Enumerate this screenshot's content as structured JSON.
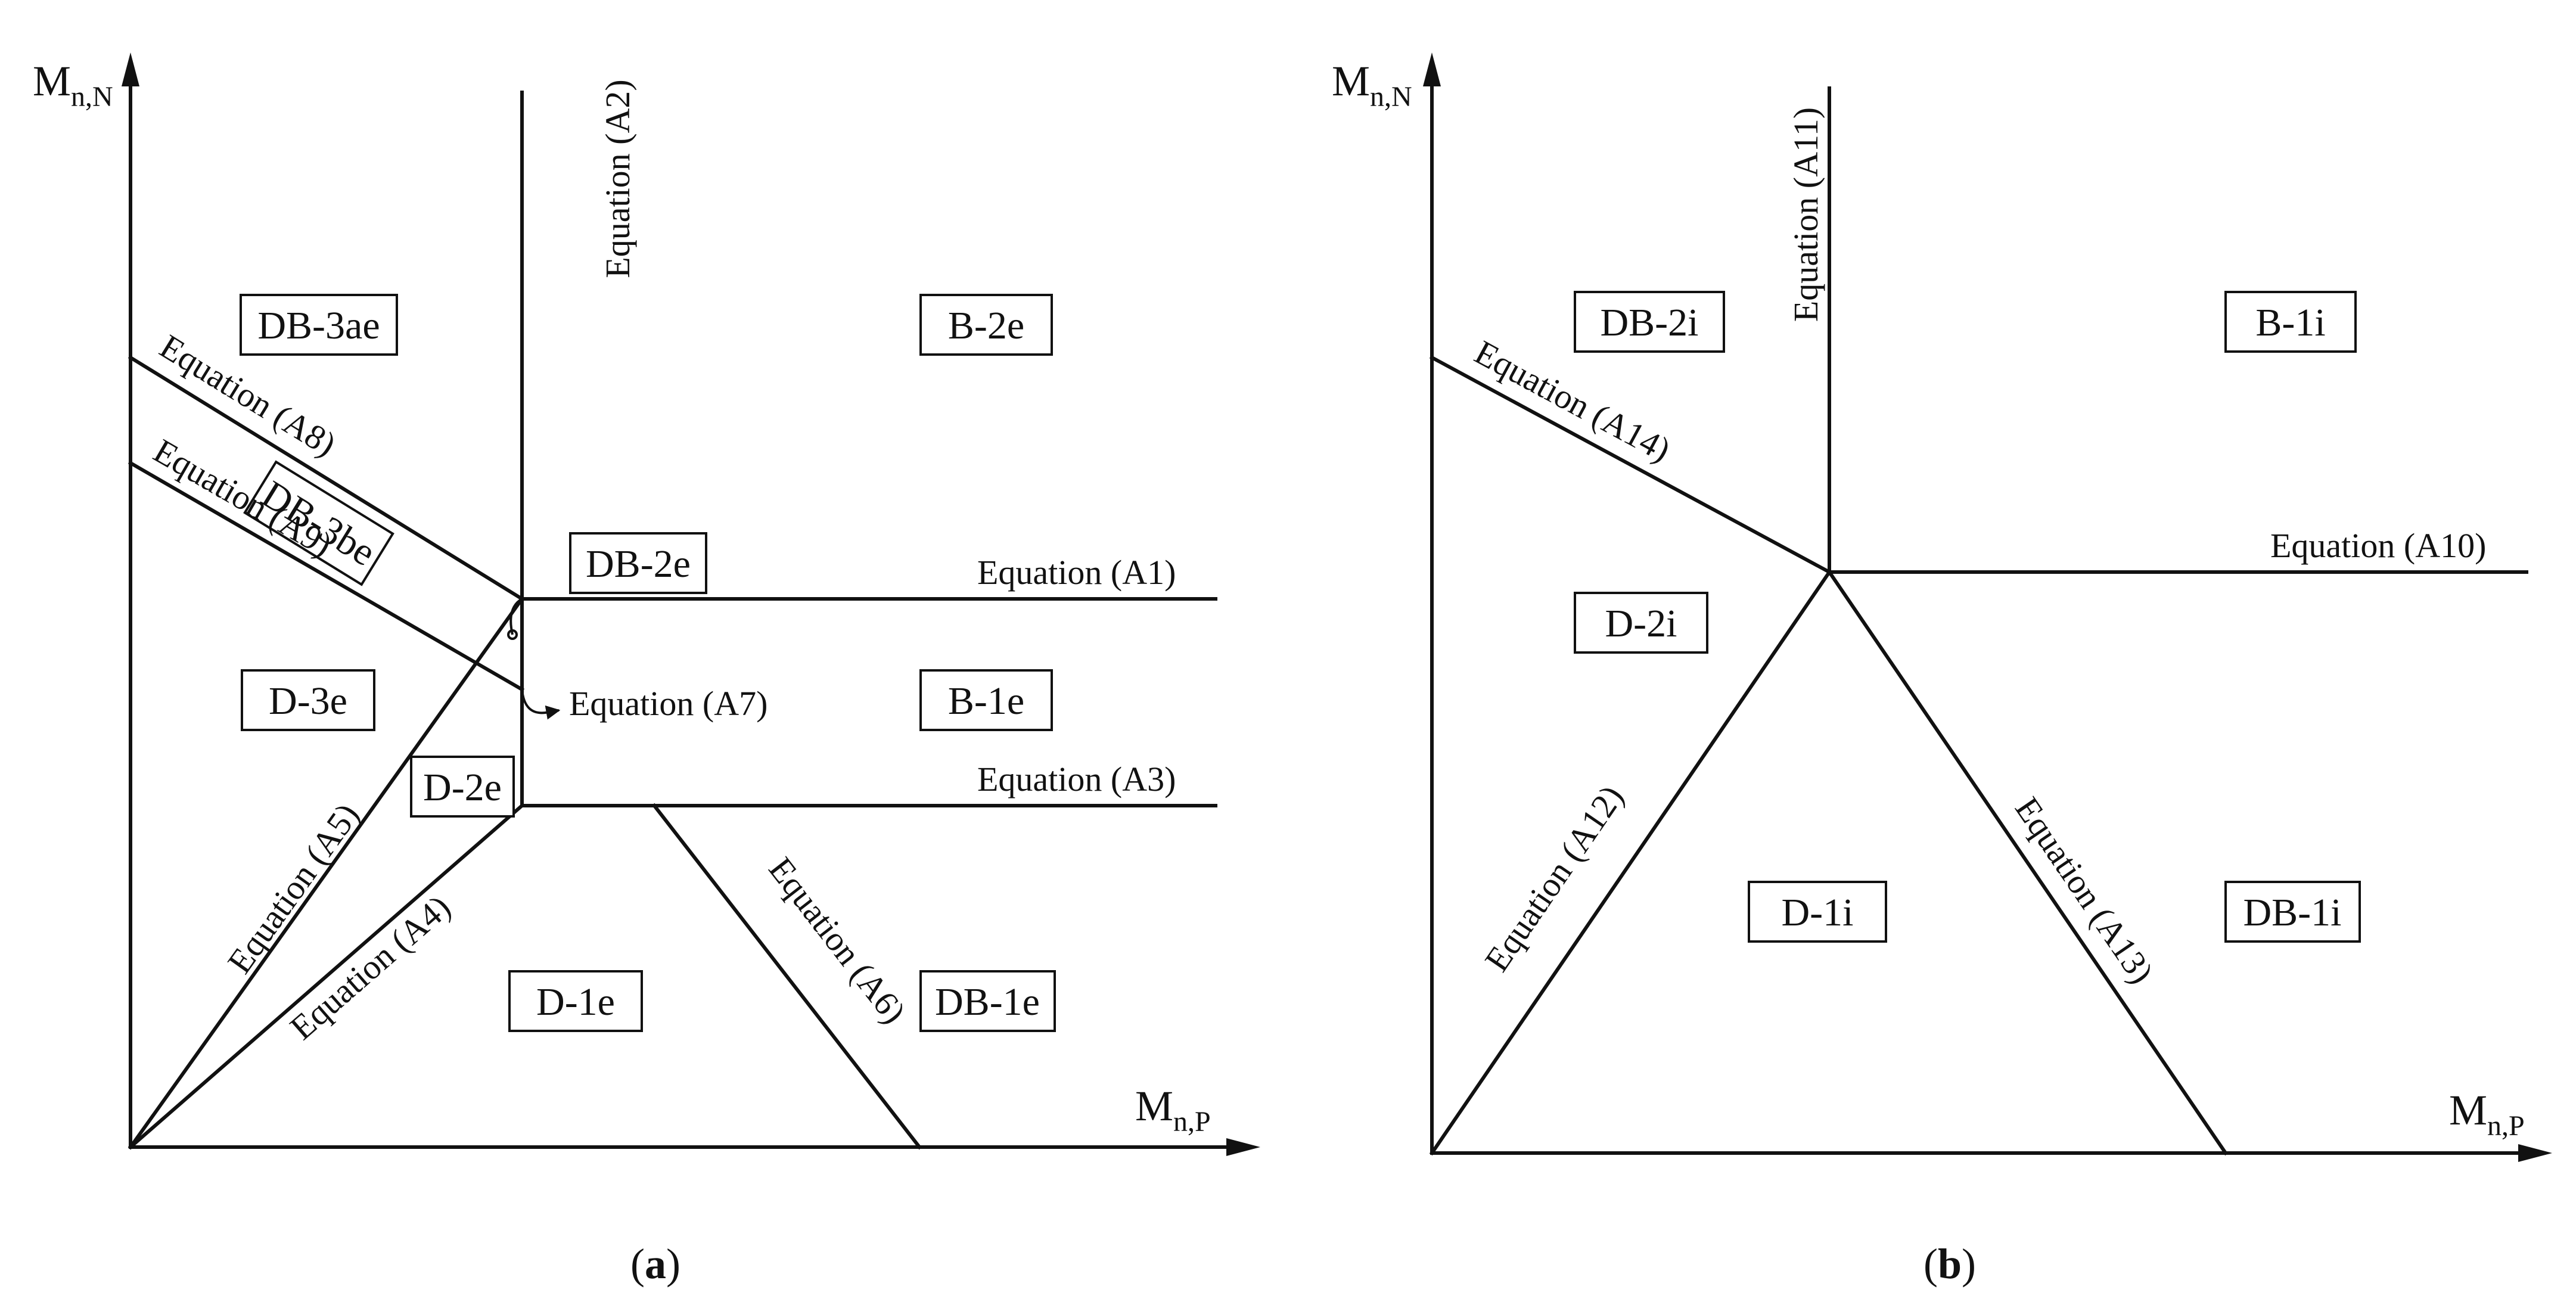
{
  "panel_a": {
    "y_axis": {
      "main": "M",
      "sub": "n,N"
    },
    "x_axis": {
      "main": "M",
      "sub": "n,P"
    },
    "regions": {
      "db3ae": "DB-3ae",
      "b2e": "B-2e",
      "db3be": "DB-3be",
      "db2e": "DB-2e",
      "d3e": "D-3e",
      "b1e": "B-1e",
      "d2e": "D-2e",
      "d1e": "D-1e",
      "db1e": "DB-1e"
    },
    "equations": {
      "a1": "Equation (A1)",
      "a2": "Equation (A2)",
      "a3": "Equation (A3)",
      "a4": "Equation (A4)",
      "a5": "Equation (A5)",
      "a6": "Equation (A6)",
      "a7": "Equation (A7)",
      "a8": "Equation (A8)",
      "a9": "Equation (A9)"
    },
    "caption": {
      "open": "(",
      "letter": "a",
      "close": ")"
    }
  },
  "panel_b": {
    "y_axis": {
      "main": "M",
      "sub": "n,N"
    },
    "x_axis": {
      "main": "M",
      "sub": "n,P"
    },
    "regions": {
      "db2i": "DB-2i",
      "b1i": "B-1i",
      "d2i": "D-2i",
      "d1i": "D-1i",
      "db1i": "DB-1i"
    },
    "equations": {
      "a10": "Equation (A10)",
      "a11": "Equation (A11)",
      "a12": "Equation (A12)",
      "a13": "Equation (A13)",
      "a14": "Equation (A14)"
    },
    "caption": {
      "open": "(",
      "letter": "b",
      "close": ")"
    }
  }
}
